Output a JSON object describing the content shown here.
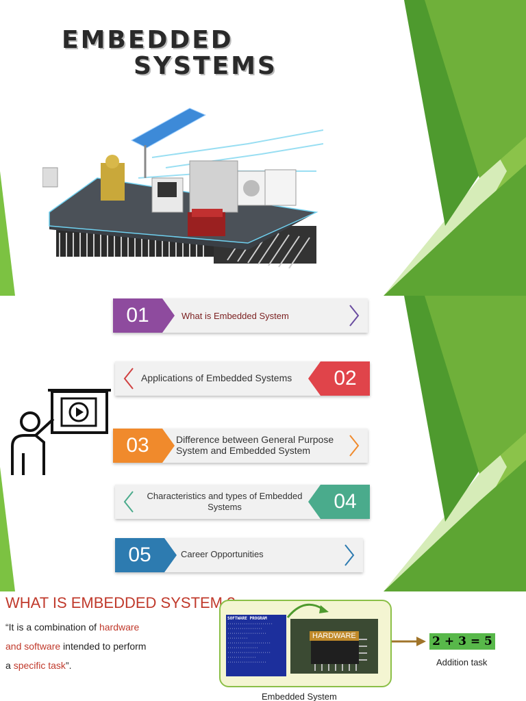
{
  "slide1": {
    "title_line1": "EMBEDDED",
    "title_line2": "SYSTEMS"
  },
  "slide2": {
    "items": [
      {
        "num": "01",
        "label": "What is Embedded System",
        "color": "#8e4b9e"
      },
      {
        "num": "02",
        "label": "Applications of Embedded Systems",
        "color": "#e0444a"
      },
      {
        "num": "03",
        "label": "Difference between General Purpose System and Embedded System",
        "color": "#f08a2c"
      },
      {
        "num": "04",
        "label": "Characteristics and types of Embedded Systems",
        "color": "#4aab8c"
      },
      {
        "num": "05",
        "label": "Career Opportunities",
        "color": "#2d7bb0"
      }
    ]
  },
  "slide3": {
    "heading": "WHAT IS EMBEDDED SYSTEM ?",
    "quote_pre1": "“It is a combination of ",
    "quote_hl1": "hardware",
    "quote_hl2": "and software",
    "quote_mid2": " intended to perform",
    "quote_pre3": "a ",
    "quote_hl3": "specific task",
    "quote_post3": "”.",
    "software_title": "SOFTWARE PROGRAM",
    "hardware_label": "HARDWARE",
    "box_caption": "Embedded System",
    "equation": "2 + 3 = 5",
    "equation_caption": "Addition task"
  },
  "colors": {
    "accent_green": "#8bc34a",
    "dark_green": "#4e9a2e",
    "heading_red": "#c0392b"
  }
}
